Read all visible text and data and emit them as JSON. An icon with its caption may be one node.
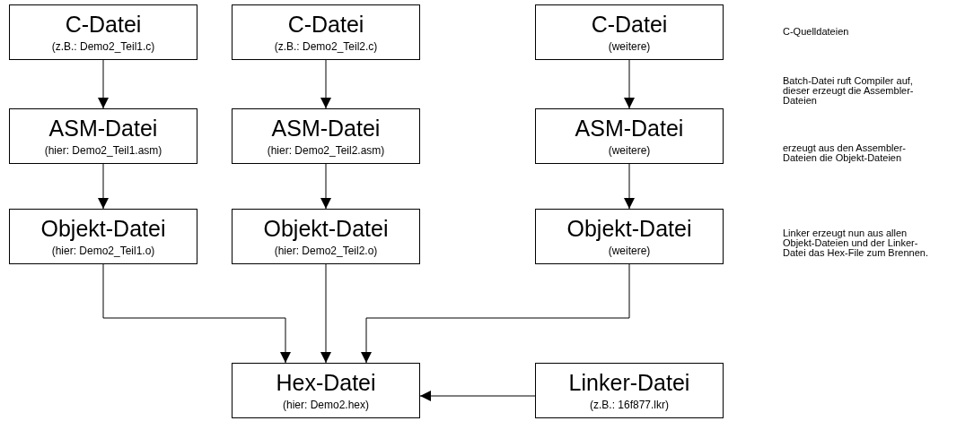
{
  "diagram": {
    "nodes": [
      {
        "text": [
          "C-Datei",
          "(z.B.: Demo2_Teil1.c)"
        ]
      },
      {
        "text": [
          "C-Datei",
          "(z.B.: Demo2_Teil2.c)"
        ]
      },
      {
        "text": [
          "C-Datei",
          "(weitere)"
        ]
      },
      {
        "text": [
          "ASM-Datei",
          "(hier: Demo2_Teil1.asm)"
        ]
      },
      {
        "text": [
          "ASM-Datei",
          "(hier: Demo2_Teil2.asm)"
        ]
      },
      {
        "text": [
          "ASM-Datei",
          "(weitere)"
        ]
      },
      {
        "text": [
          "Objekt-Datei",
          "(hier: Demo2_Teil1.o)"
        ]
      },
      {
        "text": [
          "Objekt-Datei",
          "(hier: Demo2_Teil2.o)"
        ]
      },
      {
        "text": [
          "Objekt-Datei",
          "(weitere)"
        ]
      },
      {
        "text": [
          "Hex-Datei",
          "(hier: Demo2.hex)"
        ]
      },
      {
        "text": [
          "Linker-Datei",
          "(z.B.: 16f877.lkr)"
        ]
      }
    ],
    "edges": [
      {
        "from": 0,
        "to": 3,
        "arrow": "to"
      },
      {
        "from": 1,
        "to": 4,
        "arrow": "to"
      },
      {
        "from": 2,
        "to": 5,
        "arrow": "to"
      },
      {
        "from": 3,
        "to": 6,
        "arrow": "to"
      },
      {
        "from": 4,
        "to": 7,
        "arrow": "to"
      },
      {
        "from": 5,
        "to": 8,
        "arrow": "to"
      },
      {
        "from": 6,
        "to": 9,
        "arrow": "to"
      },
      {
        "from": 7,
        "to": 9,
        "arrow": "to"
      },
      {
        "from": 8,
        "to": 9,
        "arrow": "to"
      },
      {
        "from": 10,
        "to": 9,
        "arrow": "to"
      }
    ],
    "labels": [
      "C-Quelldateien",
      "Batch-Datei ruft Compiler auf, dieser erzeugt die Assembler-Dateien",
      "erzeugt aus den Assembler-Dateien die Objekt-Dateien",
      "Linker erzeugt nun aus allen Objekt-Dateien und der Linker-Datei das Hex-File zum Brennen."
    ]
  }
}
